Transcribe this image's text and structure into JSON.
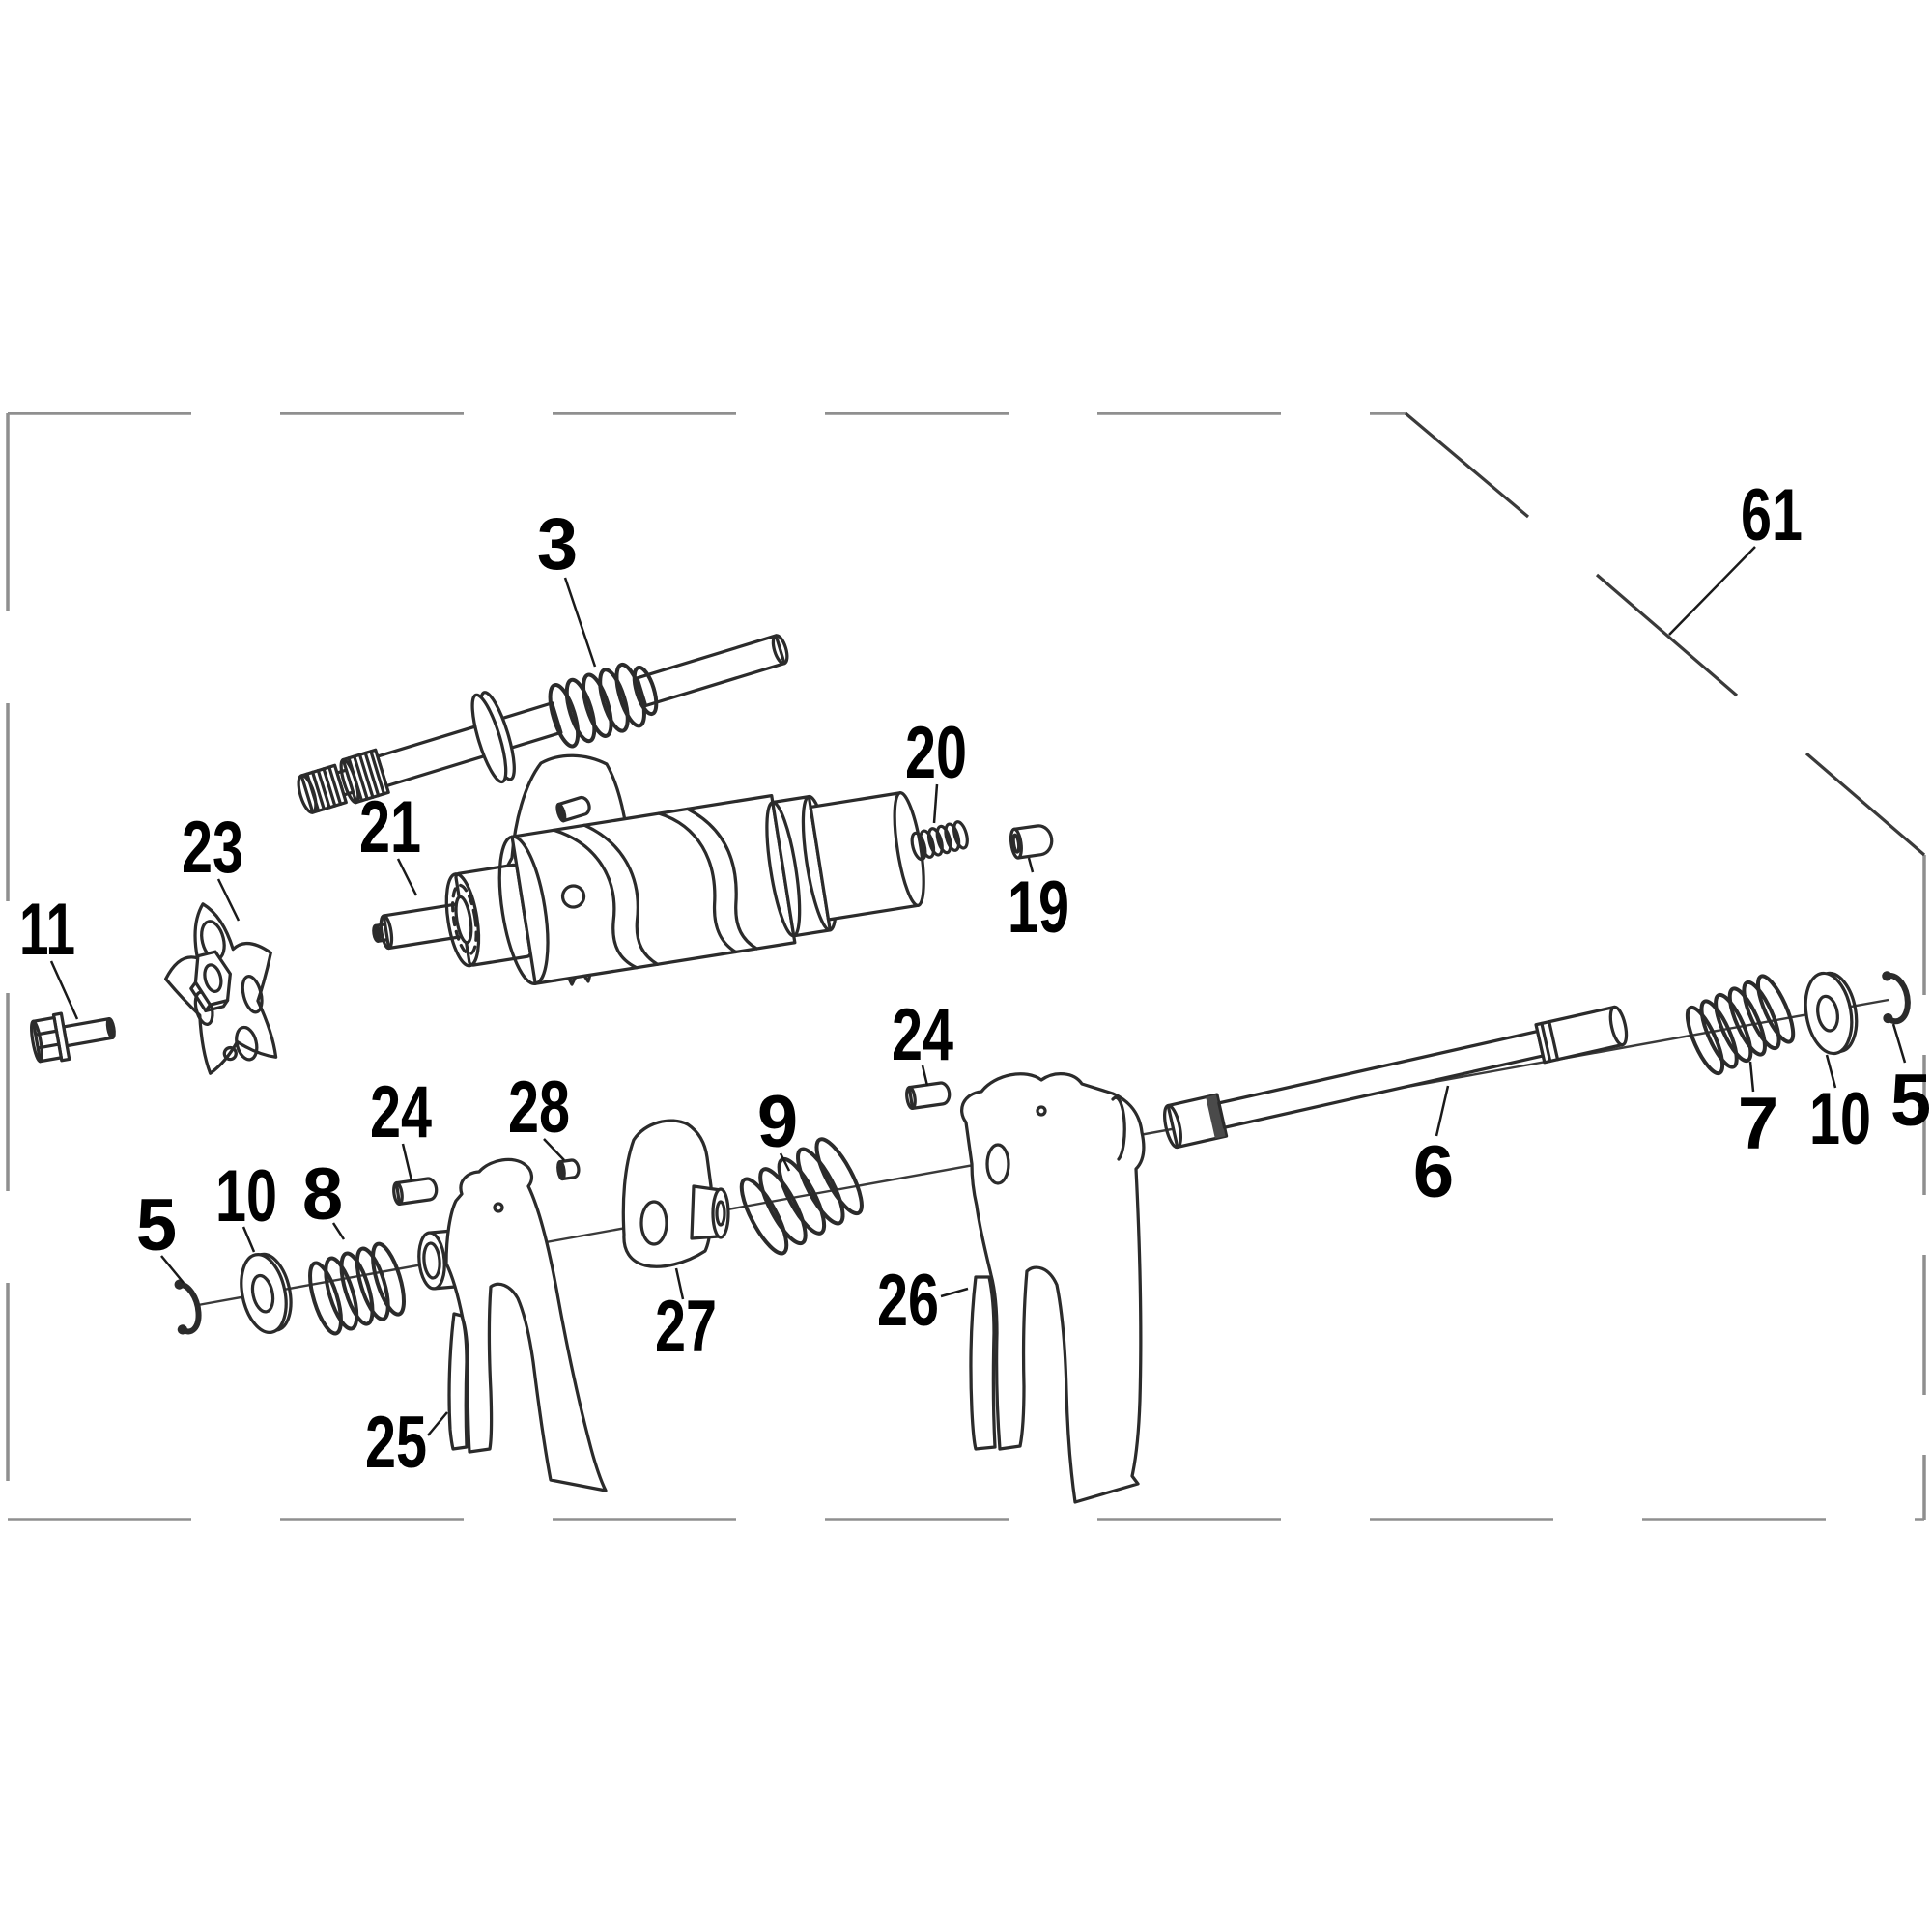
{
  "diagram": {
    "type": "exploded-parts-diagram",
    "subject": "gear-shift-mechanism",
    "background_color": "#ffffff",
    "line_color": "#2b2b2b",
    "frame_border_color": "#8f8f8f",
    "frame_corner_color": "#3a3a3a",
    "label_color": "#000000"
  },
  "labels": {
    "spindle_assembly": {
      "text": "3"
    },
    "sub_assembly_ref": {
      "text": "61"
    },
    "shift_cam_plate": {
      "text": "23"
    },
    "shift_drum": {
      "text": "21"
    },
    "detent_spring": {
      "text": "20"
    },
    "detent_plug": {
      "text": "19"
    },
    "flange_bolt": {
      "text": "11"
    },
    "dowel_pin_left": {
      "text": "24"
    },
    "dowel_pin_right": {
      "text": "24"
    },
    "dowel_pin_small": {
      "text": "28"
    },
    "fork_spring_mid": {
      "text": "9"
    },
    "circlip_left": {
      "text": "5"
    },
    "circlip_right": {
      "text": "5"
    },
    "washer_left": {
      "text": "10"
    },
    "washer_right": {
      "text": "10"
    },
    "fork_spring_left": {
      "text": "8"
    },
    "shift_fork_left": {
      "text": "25"
    },
    "cam_follower": {
      "text": "27"
    },
    "shift_fork_right": {
      "text": "26"
    },
    "fork_shaft": {
      "text": "6"
    },
    "shaft_spring": {
      "text": "7"
    }
  }
}
